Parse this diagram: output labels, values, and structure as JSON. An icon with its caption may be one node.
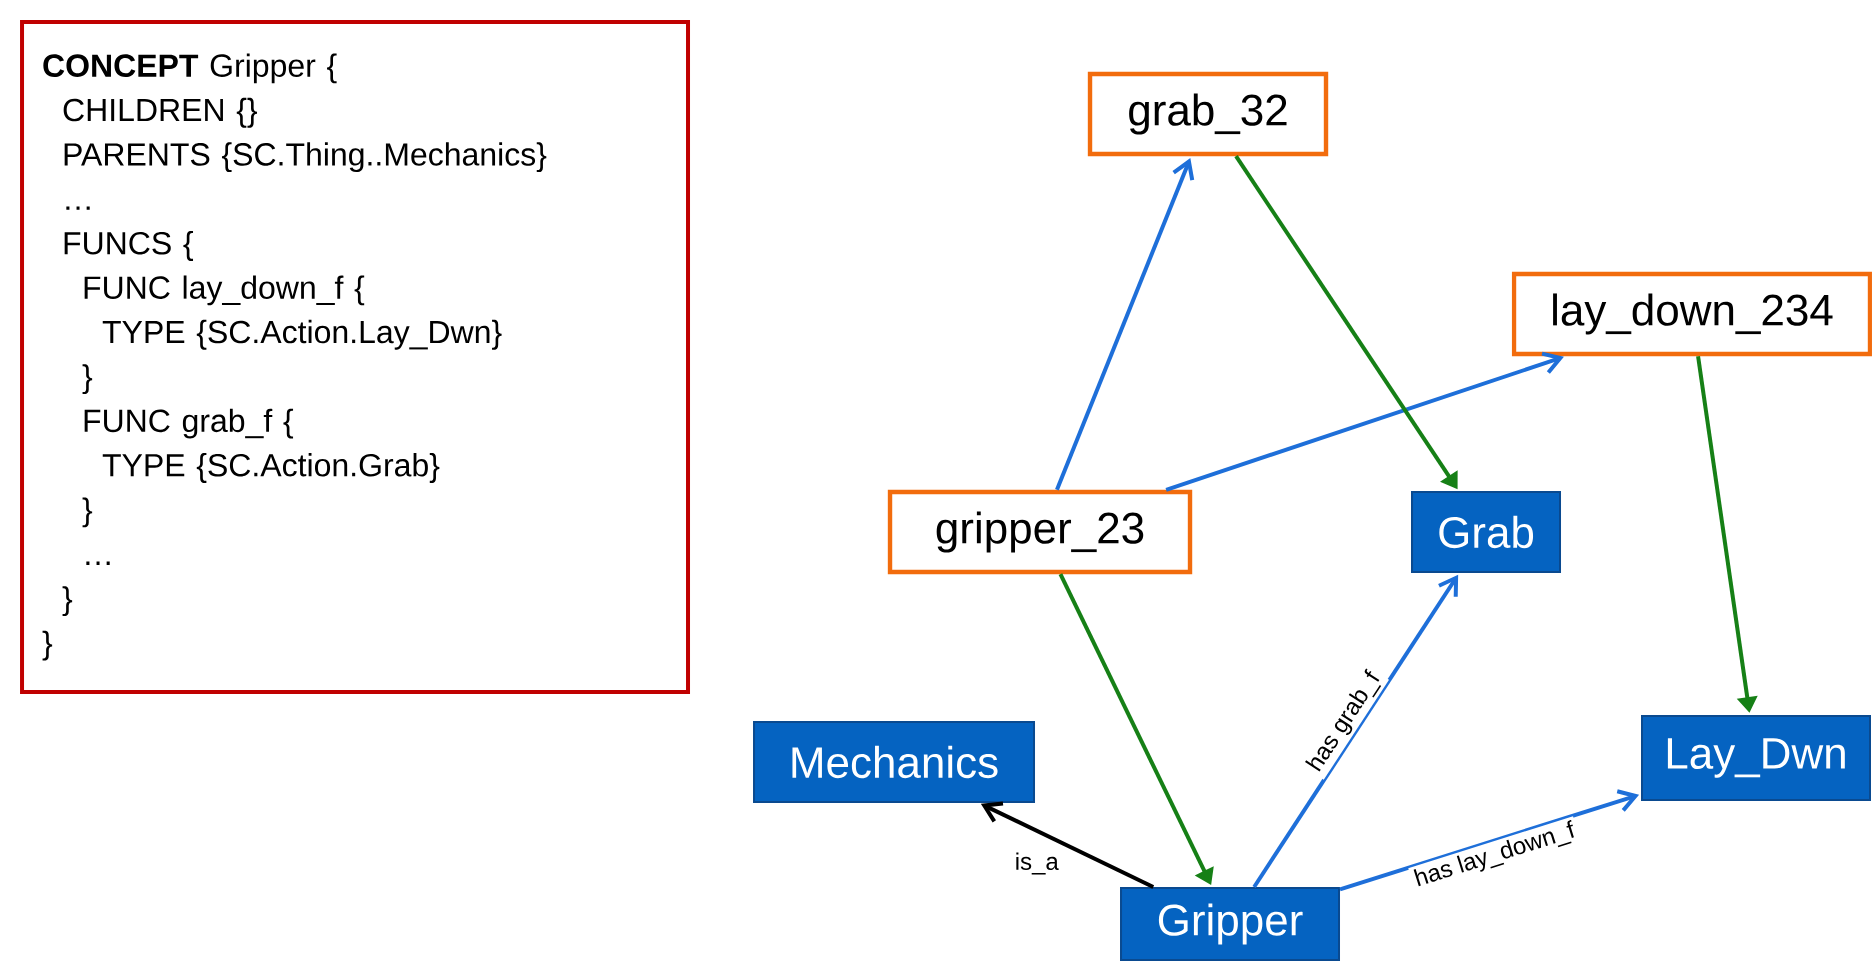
{
  "diagram": {
    "nodes": [
      {
        "text": [
          "**CONCEPT** Gripper {",
          "CHILDREN {}",
          "PARENTS {SC.Thing..Mechanics}",
          "…",
          "FUNCS {",
          "FUNC lay_down_f {",
          "TYPE {SC.Action.Lay_Dwn}",
          "}",
          "FUNC grab_f {",
          "TYPE {SC.Action.Grab}",
          "}",
          "…",
          "}",
          "}"
        ]
      },
      {
        "text": [
          "grab_32"
        ]
      },
      {
        "text": [
          "lay_down_234"
        ]
      },
      {
        "text": [
          "gripper_23"
        ]
      },
      {
        "text": [
          "Grab"
        ]
      },
      {
        "text": [
          "Mechanics"
        ]
      },
      {
        "text": [
          "Lay_Dwn"
        ]
      },
      {
        "text": [
          "Gripper"
        ]
      }
    ],
    "edges": [
      {
        "from": 3,
        "to": 1,
        "arrow": "to"
      },
      {
        "from": 3,
        "to": 2,
        "arrow": "to"
      },
      {
        "from": 1,
        "to": 4,
        "arrow": "to",
        "color": "#168016"
      },
      {
        "from": 2,
        "to": 6,
        "arrow": "to",
        "color": "#168016"
      },
      {
        "from": 3,
        "to": 7,
        "arrow": "to",
        "color": "#168016"
      },
      {
        "from": 7,
        "to": 4,
        "arrow": "to",
        "label": "has grab_f"
      },
      {
        "from": 7,
        "to": 6,
        "arrow": "to",
        "label": "has lay_down_f"
      },
      {
        "from": 7,
        "to": 5,
        "arrow": "to",
        "label": "is_a",
        "color": "#000000"
      }
    ]
  }
}
